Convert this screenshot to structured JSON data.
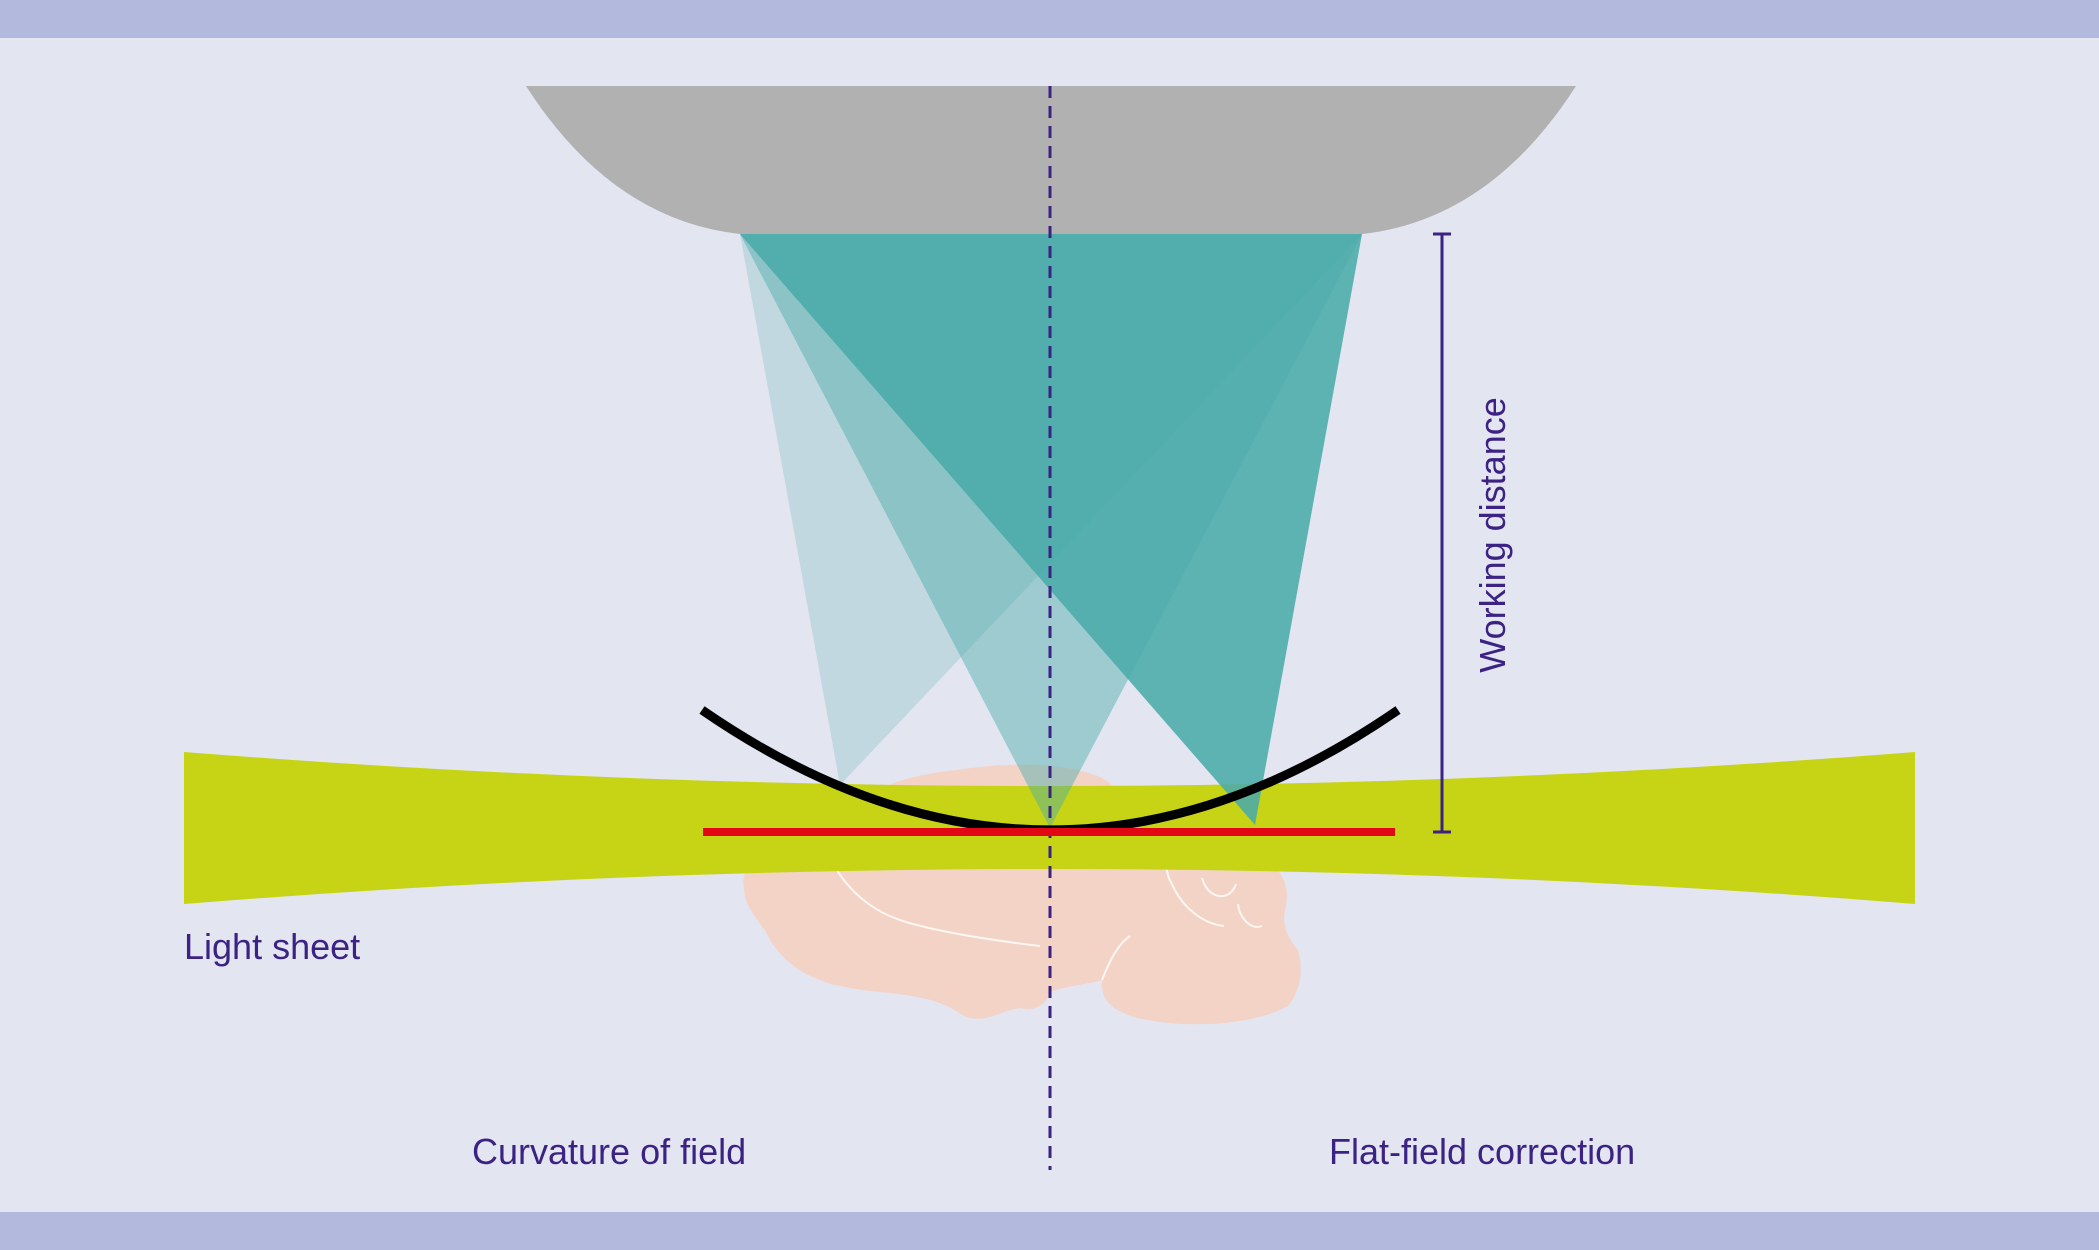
{
  "labels": {
    "light_sheet": "Light sheet",
    "working_distance": "Working distance",
    "curvature_of_field": "Curvature of field",
    "flat_field_correction": "Flat-field correction"
  },
  "colors": {
    "background": "#e3e5f1",
    "band": "#b2b9dd",
    "objective": "#b1b1b1",
    "light_cone": "#4aaba8",
    "light_sheet": "#c6d415",
    "flat_field_line": "#e30613",
    "curved_field_line": "#000000",
    "tissue": "#f3d3c6",
    "axis_and_text": "#3b2283"
  },
  "icons": {
    "objective": "objective-lens-icon",
    "tissue": "brain-tissue-icon"
  }
}
